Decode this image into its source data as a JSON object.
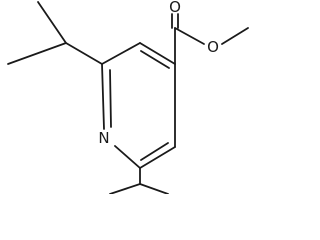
{
  "molecule": {
    "atoms": {
      "ring_nitrogen": "N",
      "carbonyl_oxygen": "O",
      "ester_oxygen": "O"
    }
  }
}
